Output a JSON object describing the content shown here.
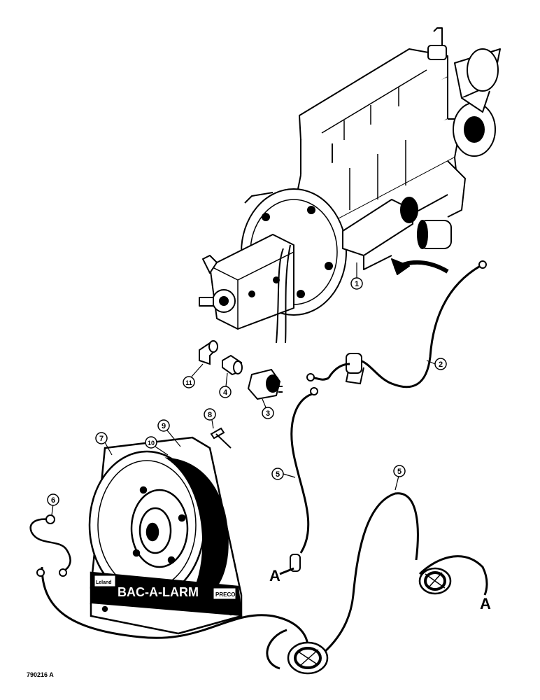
{
  "diagram": {
    "figure_id": "790216 A",
    "callouts": [
      {
        "id": "c1",
        "label": "1"
      },
      {
        "id": "c2",
        "label": "2"
      },
      {
        "id": "c3",
        "label": "3"
      },
      {
        "id": "c4",
        "label": "4"
      },
      {
        "id": "c5a",
        "label": "5"
      },
      {
        "id": "c5b",
        "label": "5"
      },
      {
        "id": "c6",
        "label": "6"
      },
      {
        "id": "c7",
        "label": "7"
      },
      {
        "id": "c8",
        "label": "8"
      },
      {
        "id": "c9",
        "label": "9"
      },
      {
        "id": "c10",
        "label": "10"
      },
      {
        "id": "c11",
        "label": "11"
      }
    ],
    "connectors": [
      {
        "id": "left",
        "label": "A"
      },
      {
        "id": "right",
        "label": "A"
      }
    ],
    "alarm_brand": "BAC-A-LARM",
    "alarm_badge_left": "Leland",
    "alarm_badge_right": "PRECO"
  },
  "colors": {
    "ink": "#000000",
    "paper": "#ffffff"
  },
  "icons": [
    "engine-assembly-icon",
    "backup-alarm-icon",
    "wire-harness-icon"
  ]
}
